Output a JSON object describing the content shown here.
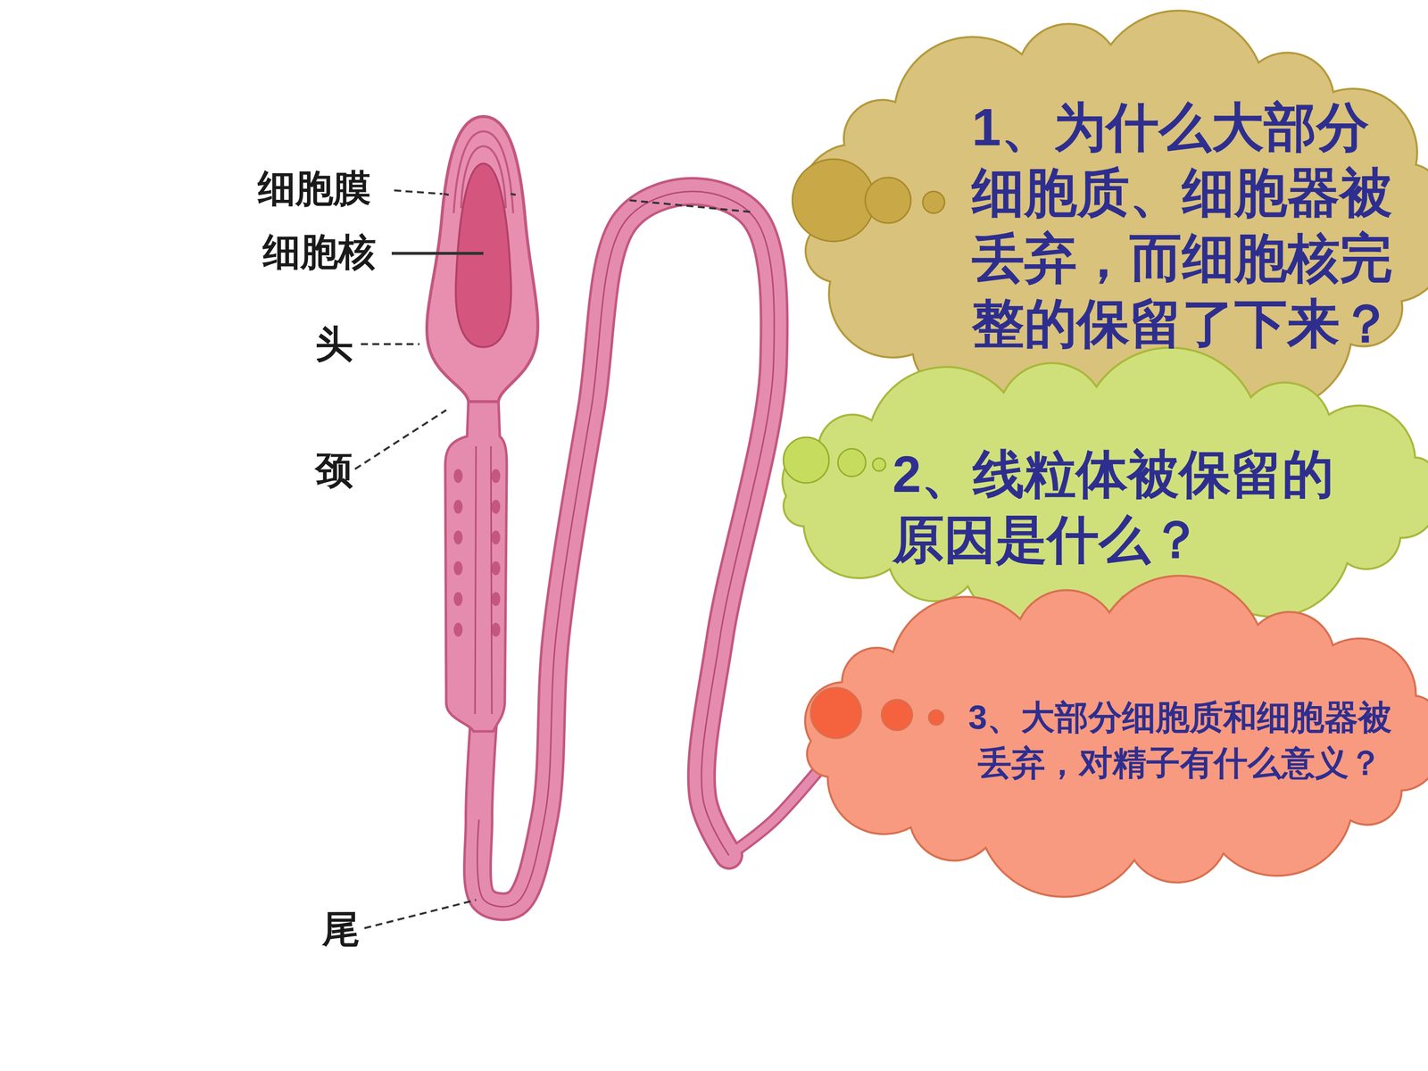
{
  "diagram": {
    "nodes": [
      {
        "text": [
          "1、为什么大部分 细胞质、细胞器被 丢弃，而细胞核完 整的保留了下来？"
        ]
      },
      {
        "text": [
          "2、线粒体被保留的 原因是什么？"
        ]
      },
      {
        "text": [
          "3、大部分细胞质和细胞器被 丢弃，对精子有什么意义？"
        ]
      }
    ],
    "labels": [
      "细胞膜",
      "细胞核",
      "头",
      "颈",
      "尾"
    ]
  }
}
